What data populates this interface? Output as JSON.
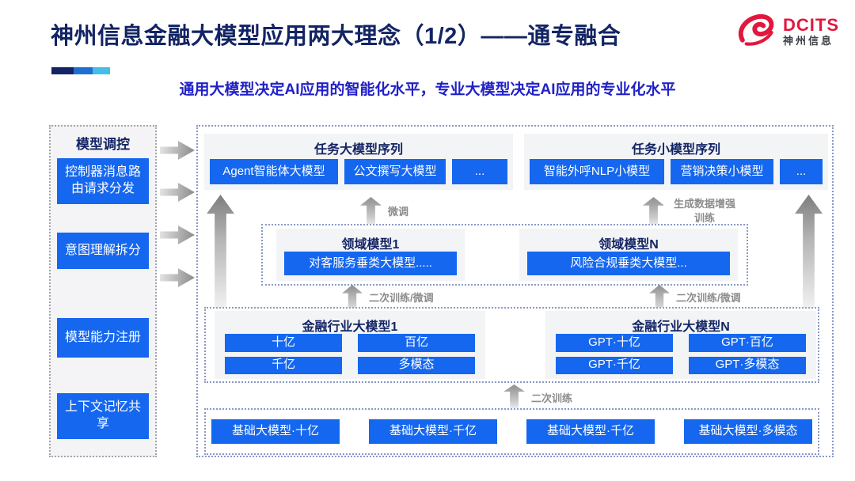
{
  "palette": {
    "button_blue": "#1567ef",
    "title_navy": "#132464",
    "subtitle_blue": "#2121c8",
    "logo_red": "#e2173d",
    "arrow_gray": "#9a9a9a",
    "label_gray": "#8c8c8c",
    "group_bg": "#f3f4f6",
    "dash_border_blue": "#8b98c9"
  },
  "header": {
    "title": "神州信息金融大模型应用两大理念（1/2）——通专融合",
    "subtitle": "通用大模型决定AI应用的智能化水平，专业大模型决定AI应用的专业化水平",
    "logo_text": "DCITS",
    "logo_subtext": "神州信息"
  },
  "sidebar": {
    "title": "模型调控",
    "items": [
      {
        "label": "控制器消息路由请求分发"
      },
      {
        "label": "意图理解拆分"
      },
      {
        "label": "模型能力注册"
      },
      {
        "label": "上下文记忆共享"
      }
    ]
  },
  "top_groups": [
    {
      "title": "任务大模型序列",
      "items": [
        "Agent智能体大模型",
        "公文撰写大模型",
        "..."
      ]
    },
    {
      "title": "任务小模型序列",
      "items": [
        "智能外呼NLP小模型",
        "营销决策小模型",
        "..."
      ]
    }
  ],
  "arrow_labels": {
    "finetune": "微调",
    "gen_data_line1": "生成数据增强",
    "gen_data_line2": "训练",
    "retrain_finetune_left": "二次训练/微调",
    "retrain_finetune_right": "二次训练/微调",
    "retrain": "二次训练"
  },
  "domain_layer": {
    "groups": [
      {
        "title": "领域模型1",
        "item": "对客服务垂类大模型....."
      },
      {
        "title": "领域模型N",
        "item": "风险合规垂类大模型..."
      }
    ]
  },
  "industry_layer": {
    "groups": [
      {
        "title": "金融行业大模型1",
        "items": [
          "十亿",
          "百亿",
          "千亿",
          "多模态"
        ]
      },
      {
        "title": "金融行业大模型N",
        "items": [
          "GPT·十亿",
          "GPT·百亿",
          "GPT·千亿",
          "GPT·多模态"
        ]
      }
    ]
  },
  "base_layer": {
    "items": [
      "基础大模型·十亿",
      "基础大模型·千亿",
      "基础大模型·千亿",
      "基础大模型·多模态"
    ]
  }
}
